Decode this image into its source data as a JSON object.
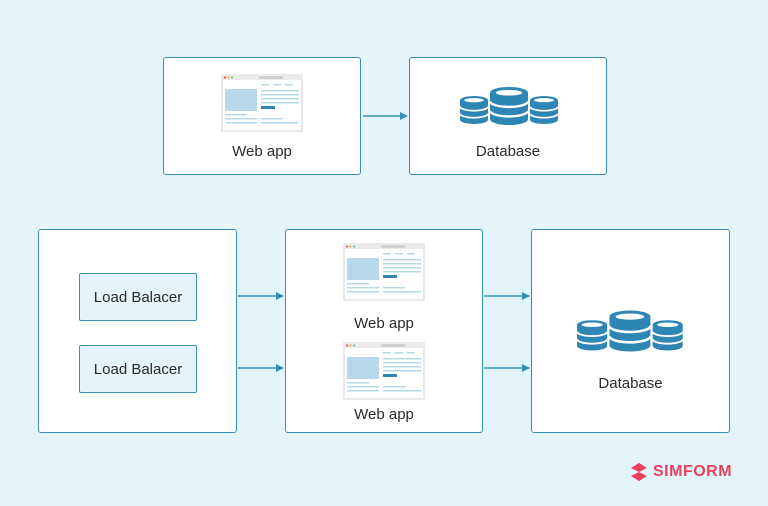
{
  "top": {
    "webapp_label": "Web app",
    "database_label": "Database"
  },
  "bottom": {
    "load_balancers": [
      "Load Balacer",
      "Load Balacer"
    ],
    "webapp_labels": [
      "Web app",
      "Web app"
    ],
    "database_label": "Database"
  },
  "logo": {
    "text": "SIMFORM"
  },
  "colors": {
    "background": "#e3f4fb",
    "border": "#3a8fb7",
    "db_icon": "#2e86b5",
    "arrow": "#3a8fb7",
    "logo": "#e8415c"
  },
  "icons": [
    "browser-window-icon",
    "database-icon",
    "simform-logo-icon"
  ]
}
